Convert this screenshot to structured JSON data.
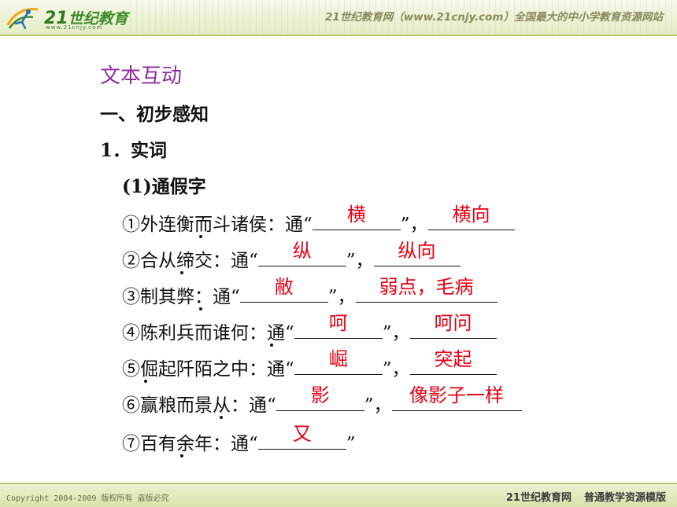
{
  "header": {
    "logo_number": "21",
    "logo_text": "世纪教育",
    "logo_url": "www.21cnjy.com",
    "slogan": "21世纪教育网（www.21cnjy.com）全国最大的中小学教育资源网站"
  },
  "content": {
    "section_heading": "文本互动",
    "heading_1": "一、初步感知",
    "heading_2": "1．实词",
    "heading_3": "(1)通假字",
    "items": [
      {
        "text": "①外连衡而斗诸侯：通“",
        "answer1": "横",
        "answer2": "横向"
      },
      {
        "text": "②合从缔交：通“",
        "answer1": "纵",
        "answer2": "纵向"
      },
      {
        "text": "③制其弊：通“",
        "answer1": "敝",
        "answer2": "弱点，毛病"
      },
      {
        "text": "④陈利兵而谁何：通“",
        "answer1": "呵",
        "answer2": "呵问"
      },
      {
        "text": "⑤倔起阡陌之中：通“",
        "answer1": "崛",
        "answer2": "突起"
      },
      {
        "text": "⑥赢粮而景从：通“",
        "answer1": "影",
        "answer2": "像影子一样"
      },
      {
        "text": "⑦百有余年：通“",
        "answer1": "又"
      }
    ],
    "mid_punct": "”，",
    "end_punct": "”"
  },
  "footer": {
    "copyright": "Copyright 2004-2009 版权所有 盗版必究",
    "site_name": "21世纪教育网",
    "template_name": "普通教学资源模版"
  },
  "colors": {
    "heading": "#8e2f9c",
    "answer": "#e60012",
    "accent_green": "#b8c56a"
  }
}
